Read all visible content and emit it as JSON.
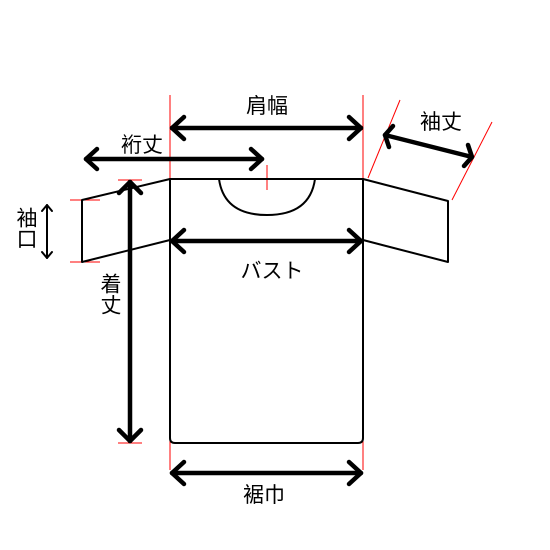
{
  "labels": {
    "shoulder_width": "肩幅",
    "sleeve_length": "袖丈",
    "yuki_length": "裄丈",
    "cuff_width": "袖口",
    "bust": "バスト",
    "body_length": "着丈",
    "hem_width": "裾巾"
  },
  "colors": {
    "outline": "#000000",
    "guide": "#ff0000",
    "background": "#ffffff"
  }
}
